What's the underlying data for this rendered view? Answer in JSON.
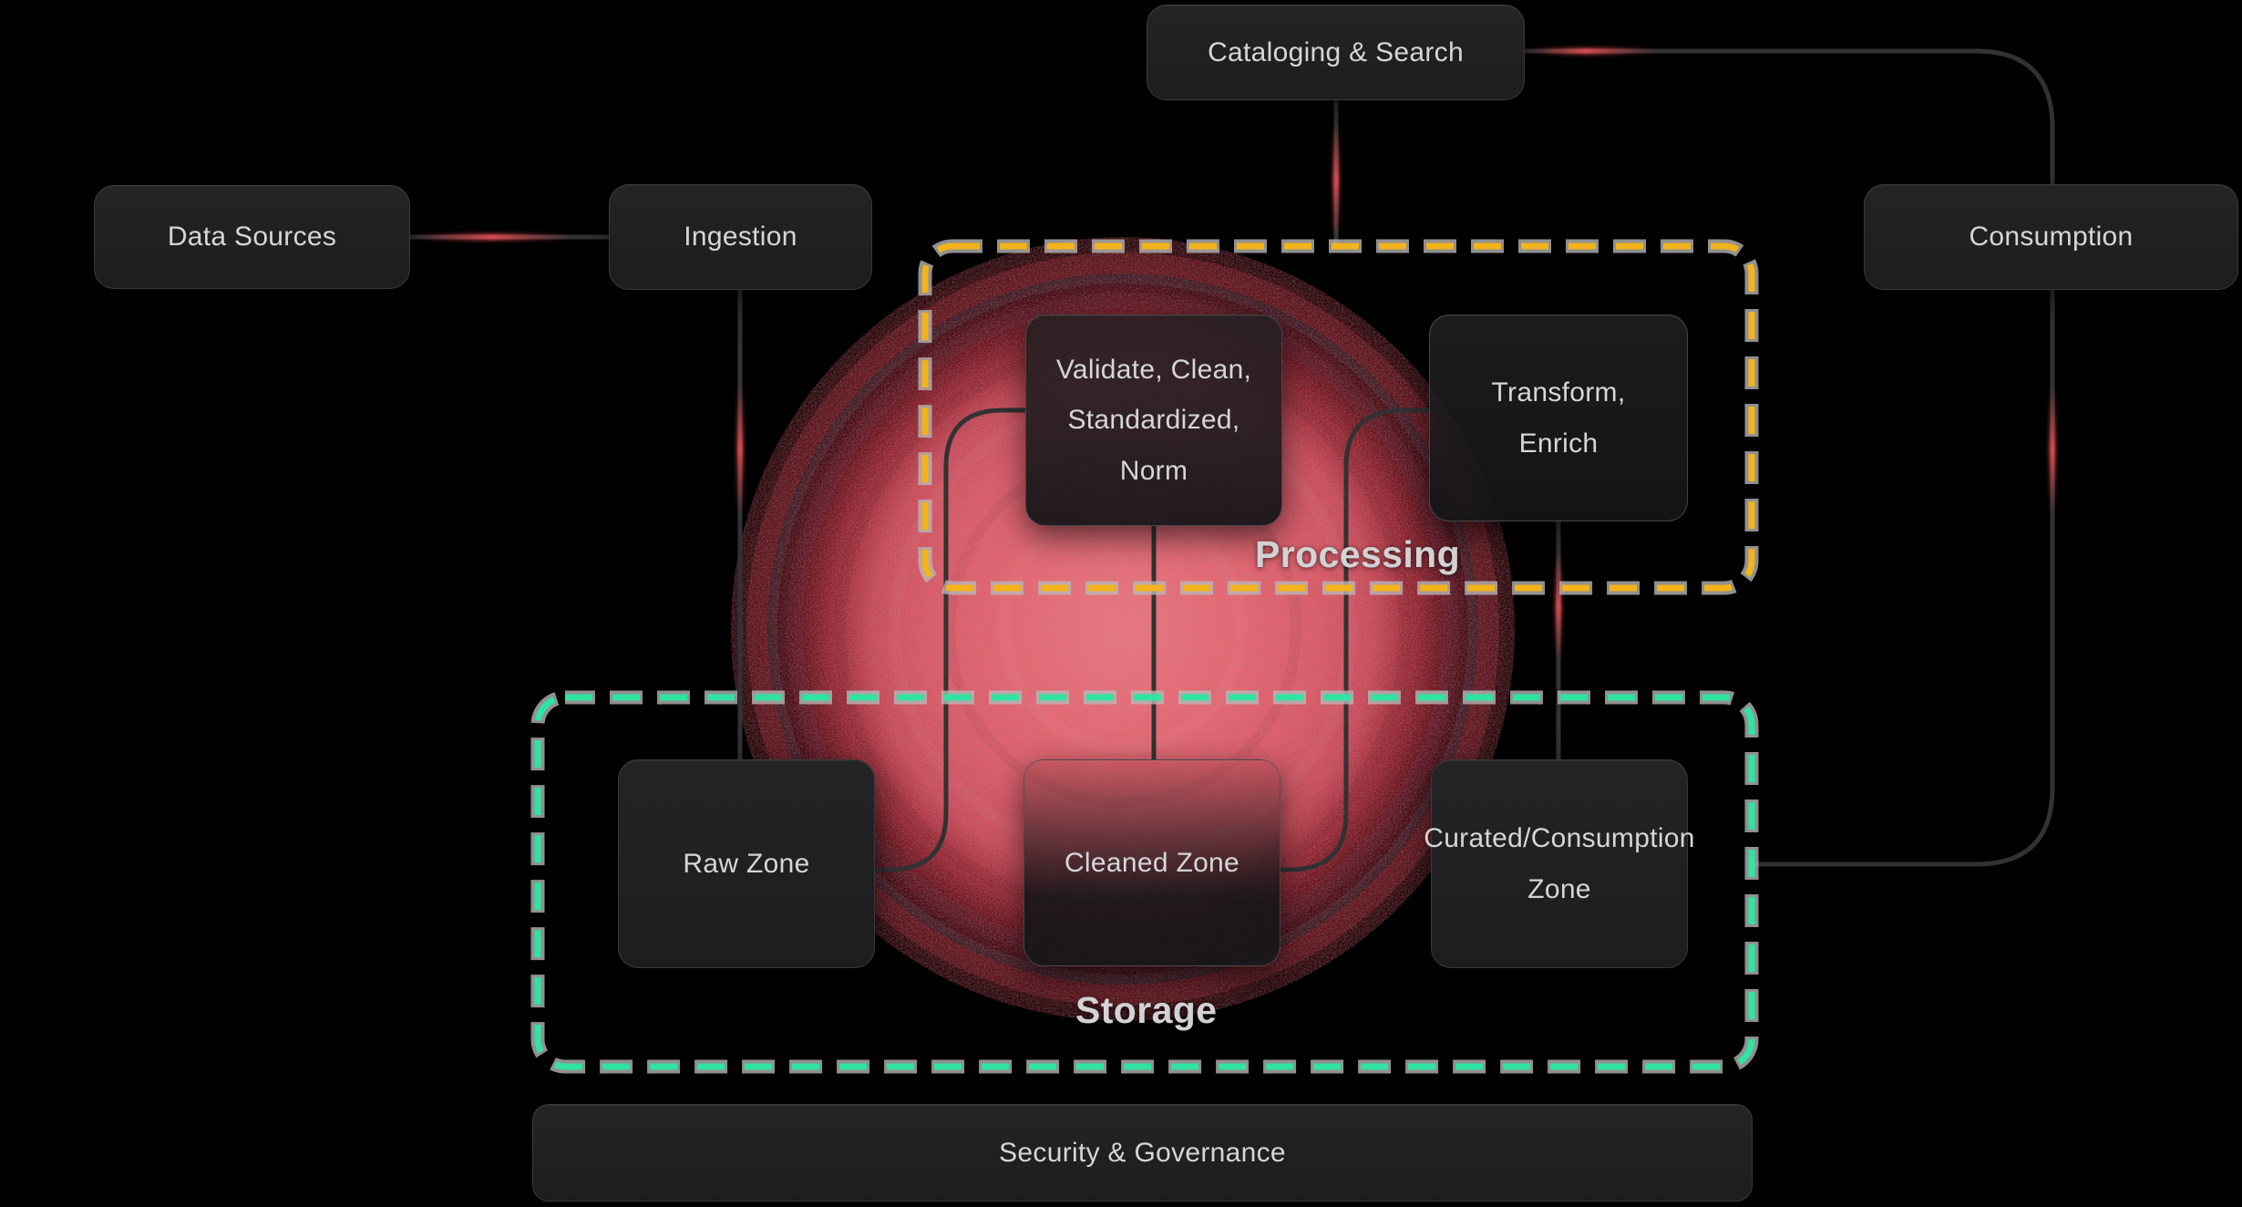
{
  "title": "Data lake architecture diagram",
  "nodes": {
    "data_sources": {
      "label": "Data Sources"
    },
    "ingestion": {
      "label": "Ingestion"
    },
    "cataloging_search": {
      "label": "Cataloging & Search"
    },
    "consumption": {
      "label": "Consumption"
    },
    "validate_clean": {
      "label": "Validate, Clean, Standardized, Norm"
    },
    "transform_enrich": {
      "label": "Transform, Enrich"
    },
    "raw_zone": {
      "label": "Raw Zone"
    },
    "cleaned_zone": {
      "label": "Cleaned Zone"
    },
    "curated_zone": {
      "label": "Curated/Consumption Zone"
    },
    "security_governance": {
      "label": "Security & Governance"
    }
  },
  "regions": {
    "processing": {
      "label": "Processing",
      "border_color": "#f2b31b"
    },
    "storage": {
      "label": "Storage",
      "border_color": "#2fe3a0"
    }
  },
  "colors": {
    "background": "#000000",
    "node_fill": "#202022",
    "node_text": "#d6d6d8",
    "connector": "#323234",
    "glow_accent": "#e5484d",
    "glow_core": "#ef6b72",
    "processing_dash": "#f2b31b",
    "storage_dash": "#2fe3a0",
    "dash_backing": "#b9b9b9"
  }
}
